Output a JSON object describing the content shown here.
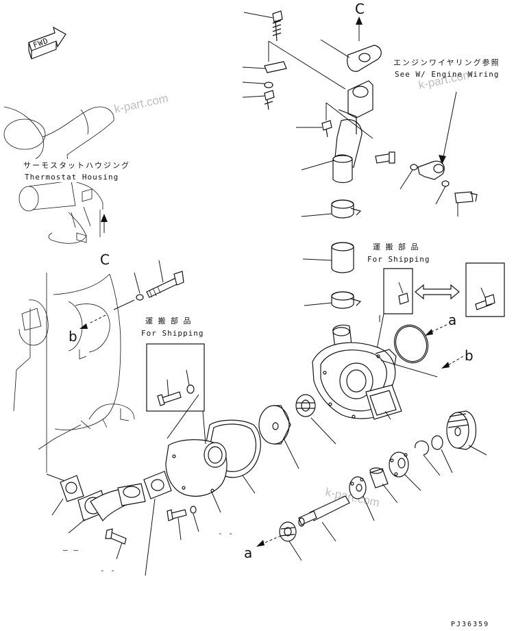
{
  "labels": {
    "fwd": "FWD",
    "c_top": "C",
    "c_left": "C",
    "a_right": "a",
    "b_right": "b",
    "a_bottom": "a",
    "b_left": "b",
    "engine_wiring_jp": "エンジンワイヤリング参照",
    "engine_wiring_en": "See W/ Engine Wiring",
    "thermostat_jp": "サーモスタットハウジング",
    "thermostat_en": "Thermostat Housing",
    "shipping_jp_1": "運 搬 部 品",
    "shipping_en_1": "For Shipping",
    "shipping_jp_2": "運 搬 部 品",
    "shipping_en_2": "For Shipping",
    "dash_1": "— —",
    "dash_2": "- -"
  },
  "watermarks": [
    "k-part.com",
    "k-part.com",
    "k-part.com",
    "k-part.com"
  ],
  "footer": {
    "code": "PJ36359"
  },
  "colors": {
    "ink": "#111111",
    "watermark": "#bdbdbd",
    "background": "#ffffff"
  }
}
